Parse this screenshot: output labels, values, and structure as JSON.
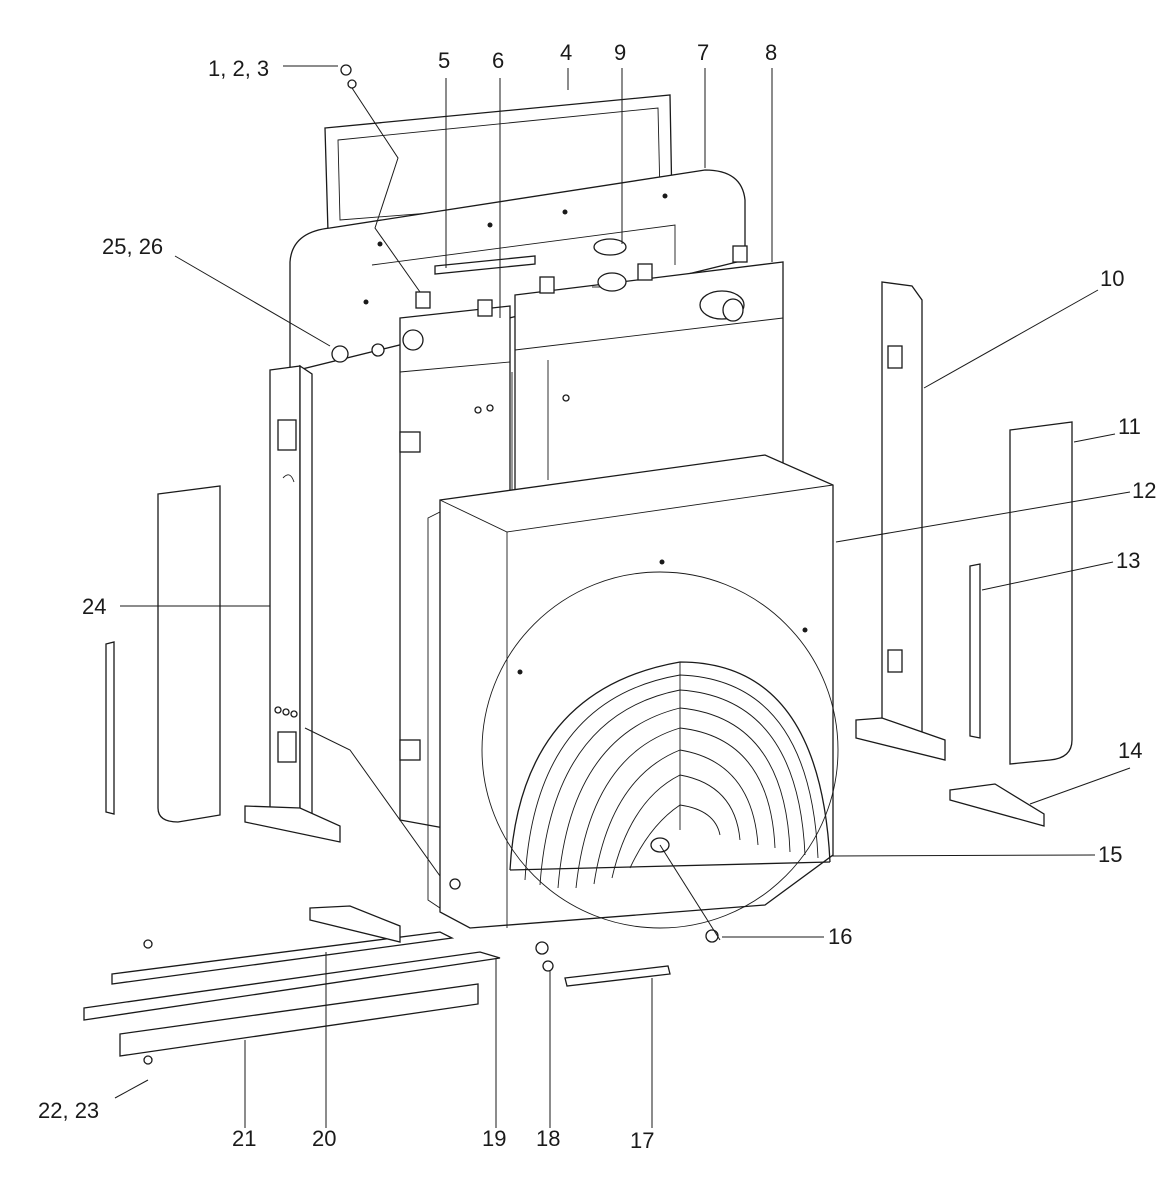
{
  "callouts": [
    {
      "id": "c1",
      "text": "1, 2, 3"
    },
    {
      "id": "c4",
      "text": "4"
    },
    {
      "id": "c5",
      "text": "5"
    },
    {
      "id": "c6",
      "text": "6"
    },
    {
      "id": "c7",
      "text": "7"
    },
    {
      "id": "c8",
      "text": "8"
    },
    {
      "id": "c9",
      "text": "9"
    },
    {
      "id": "c10",
      "text": "10"
    },
    {
      "id": "c11",
      "text": "11"
    },
    {
      "id": "c12",
      "text": "12"
    },
    {
      "id": "c13",
      "text": "13"
    },
    {
      "id": "c14",
      "text": "14"
    },
    {
      "id": "c15",
      "text": "15"
    },
    {
      "id": "c16",
      "text": "16"
    },
    {
      "id": "c17",
      "text": "17"
    },
    {
      "id": "c18",
      "text": "18"
    },
    {
      "id": "c19",
      "text": "19"
    },
    {
      "id": "c20",
      "text": "20"
    },
    {
      "id": "c21",
      "text": "21"
    },
    {
      "id": "c22",
      "text": "22, 23"
    },
    {
      "id": "c24",
      "text": "24"
    },
    {
      "id": "c25",
      "text": "25, 26"
    }
  ],
  "colors": {
    "ink": "#1a1a1a",
    "paper": "#ffffff"
  }
}
